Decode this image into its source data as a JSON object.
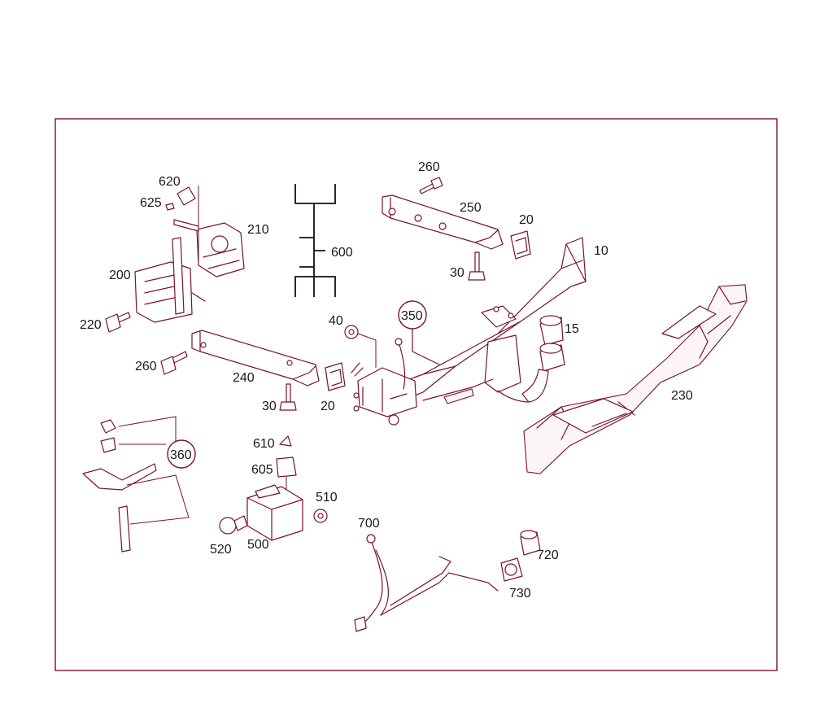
{
  "labels": {
    "p10": "10",
    "p15": "15",
    "p20a": "20",
    "p20b": "20",
    "p30a": "30",
    "p30b": "30",
    "p40": "40",
    "p200": "200",
    "p210": "210",
    "p220": "220",
    "p230": "230",
    "p240": "240",
    "p250": "250",
    "p260a": "260",
    "p260b": "260",
    "p350": "350",
    "p360": "360",
    "p500": "500",
    "p510": "510",
    "p520": "520",
    "p600": "600",
    "p605": "605",
    "p610": "610",
    "p620": "620",
    "p625": "625",
    "p700": "700",
    "p720": "720",
    "p730": "730"
  },
  "colors": {
    "line": "#7a1030",
    "text": "#1a1a1a",
    "background": "#ffffff"
  }
}
